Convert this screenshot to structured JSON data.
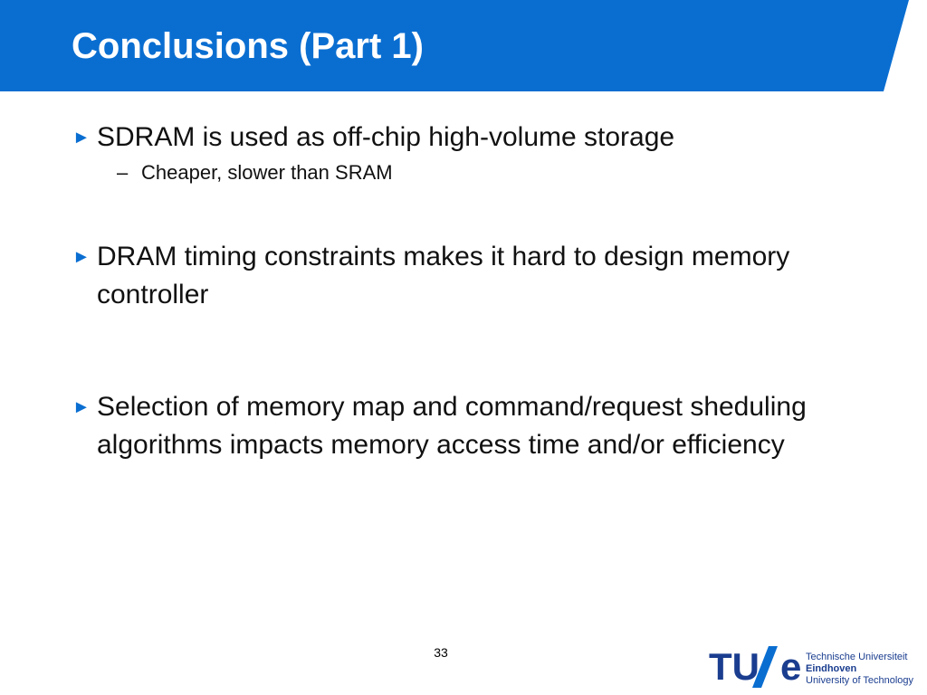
{
  "slide": {
    "title": "Conclusions (Part 1)",
    "bullets": [
      {
        "marker": "►",
        "text": "SDRAM is used as off-chip high-volume storage"
      },
      {
        "marker": "►",
        "text": "DRAM timing constraints makes it hard to design memory controller"
      },
      {
        "marker": "►",
        "text": "Selection of memory map and command/request sheduling algorithms impacts memory access time and/or efficiency"
      }
    ],
    "sub_bullet": {
      "marker": "–",
      "text": "Cheaper, slower than SRAM"
    },
    "page_number": "33"
  },
  "logo": {
    "mark_tu": "TU",
    "mark_e": "e",
    "line1": "Technische Universiteit",
    "line2": "Eindhoven",
    "line3": "University of Technology",
    "color": "#1a3d8f",
    "accent": "#0a6ed1"
  },
  "colors": {
    "title_bar": "#0a6ed1",
    "title_text": "#ffffff",
    "body_text": "#111111",
    "bullet_marker": "#0a6ed1"
  }
}
